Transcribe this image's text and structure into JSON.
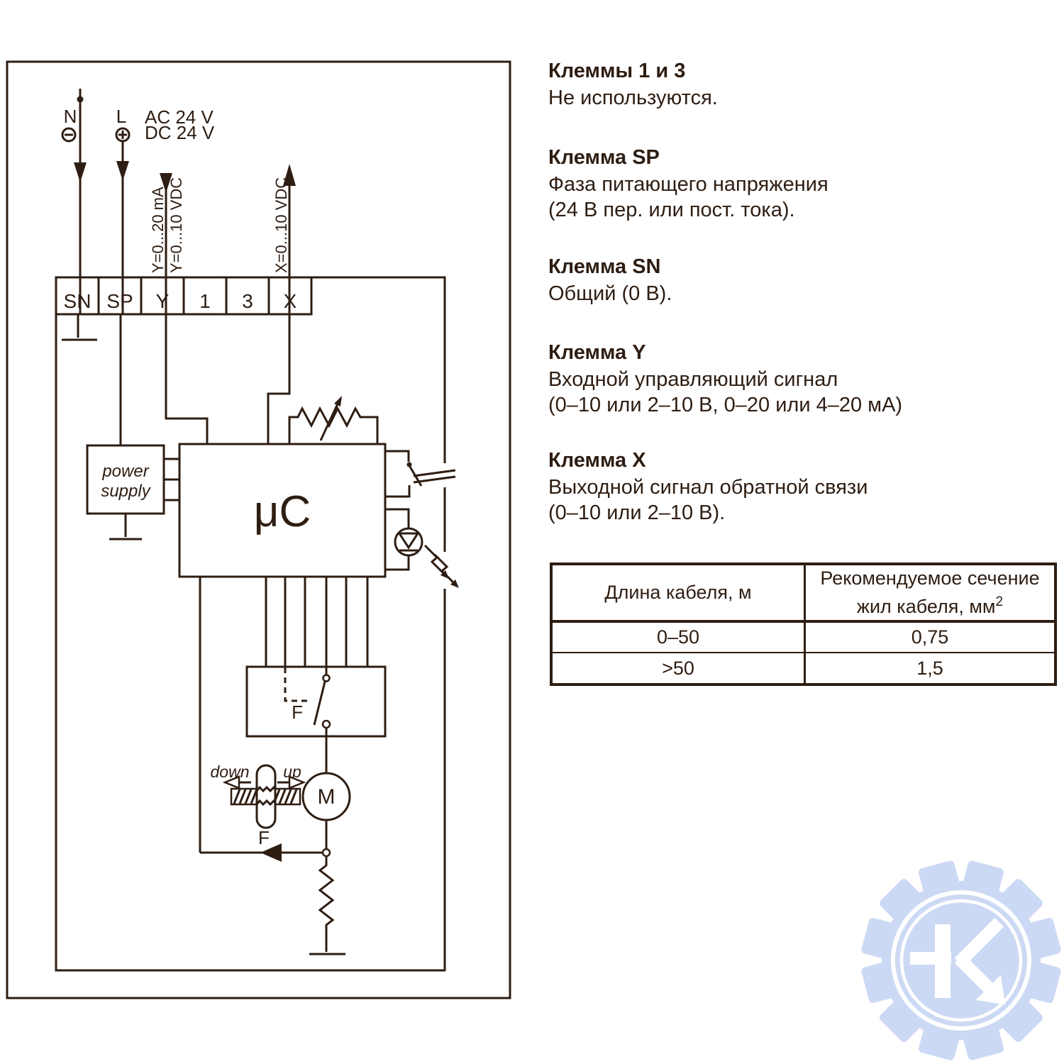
{
  "colors": {
    "ink": "#2e1d12",
    "logo_blue": "#ccd9f4"
  },
  "diagram": {
    "top_labels": {
      "n": "N",
      "l": "L",
      "ac": "AC 24 V",
      "dc": "DC 24 V",
      "y_ma": "Y=0...20 mA",
      "y_vdc": "Y=0...10 VDC",
      "x_vdc": "X=0...10 VDC"
    },
    "terminals": {
      "t0": "SN",
      "t1": "SP",
      "t2": "Y",
      "t3": "1",
      "t4": "3",
      "t5": "X"
    },
    "blocks": {
      "power_supply_line1": "power",
      "power_supply_line2": "supply",
      "mcu": "μC",
      "switch_f": "F",
      "motor": "M",
      "down": "down",
      "up": "up",
      "feedback_f": "F"
    }
  },
  "sections": [
    {
      "title": "Клеммы 1 и 3",
      "lines": [
        "Не используются."
      ]
    },
    {
      "title": "Клемма SP",
      "lines": [
        "Фаза питающего напряжения",
        "(24 В пер. или пост. тока)."
      ]
    },
    {
      "title": "Клемма SN",
      "lines": [
        "Общий (0 В)."
      ]
    },
    {
      "title": "Клемма Y",
      "lines": [
        "Входной управляющий сигнал",
        "(0–10 или 2–10 В, 0–20 или 4–20 мА)"
      ]
    },
    {
      "title": "Клемма X",
      "lines": [
        "Выходной сигнал обратной связи",
        "(0–10 или 2–10 В)."
      ]
    }
  ],
  "table": {
    "col1_header": "Длина кабеля, м",
    "col2_header_line1": "Рекомендуемое сечение",
    "col2_header_line2": "жил кабеля, мм",
    "col2_header_sup": "2",
    "rows": [
      [
        "0–50",
        "0,75"
      ],
      [
        ">50",
        "1,5"
      ]
    ]
  }
}
